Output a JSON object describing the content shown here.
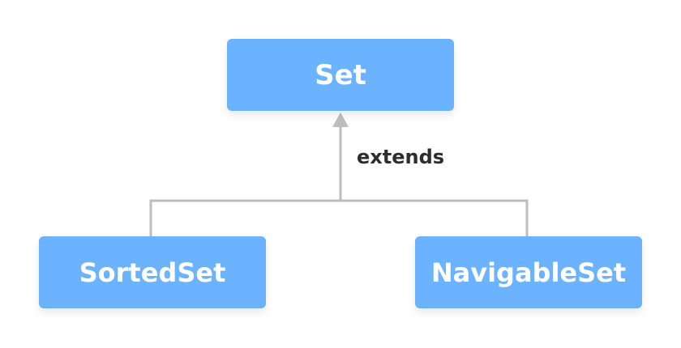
{
  "diagram": {
    "parent": {
      "label": "Set"
    },
    "children": [
      {
        "label": "SortedSet"
      },
      {
        "label": "NavigableSet"
      }
    ],
    "relation_label": "extends",
    "colors": {
      "node_fill": "#6bb3ff",
      "node_text": "#ffffff",
      "connector": "#bdbdbd",
      "label_text": "#2d2d2d"
    }
  }
}
